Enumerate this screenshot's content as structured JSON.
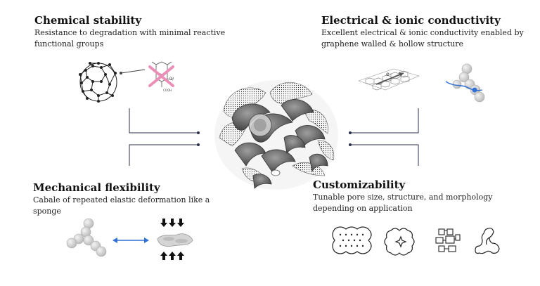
{
  "sections": {
    "chemical": {
      "title": "Chemical stability",
      "description": "Resistance to degradation with minimal reactive functional groups"
    },
    "electrical": {
      "title": "Electrical & ionic conductivity",
      "description": "Excellent electrical & ionic conductivity enabled by graphene walled & hollow structure"
    },
    "mechanical": {
      "title": "Mechanical flexibility",
      "description": "Cabale of repeated elastic deformation like a sponge"
    },
    "customizability": {
      "title": "Customizability",
      "description": "Tunable pore size, structure, and morphology depending on application"
    }
  },
  "labels": {
    "oh": "OH",
    "cooh": "COOH",
    "electron": "e-"
  },
  "icons": {
    "fullerene": "fullerene-cage-icon",
    "functional_groups": "crossed-functional-groups-icon",
    "graphene_sheet": "graphene-sheet-icon",
    "ion_path": "ion-transport-chain-icon",
    "sphere_chain": "sphere-chain-icon",
    "compressed": "compressed-sponge-icon",
    "central": "hollow-graphene-spheres-cluster"
  },
  "colors": {
    "accent_blue": "#2f6fd6",
    "cross_pink": "#ec8fb8",
    "connector": "#2b2f4a"
  }
}
